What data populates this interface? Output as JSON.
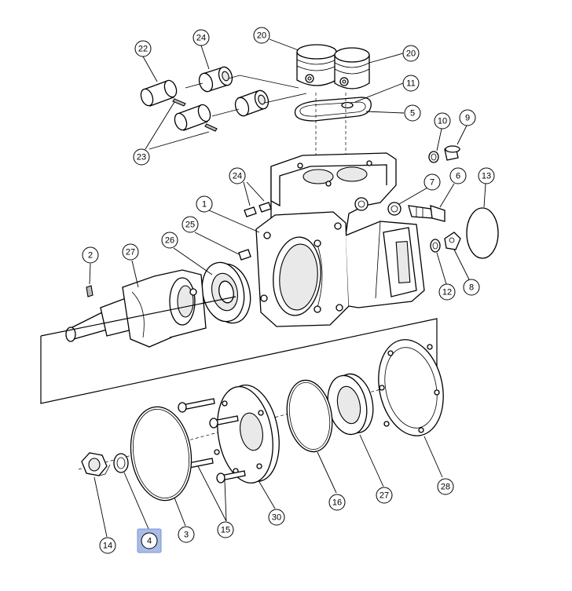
{
  "diagram": {
    "highlight_color": "#a9bbe8",
    "highlighted_callout": "4",
    "callouts": [
      {
        "id": "c22",
        "label": "22"
      },
      {
        "id": "c24a",
        "label": "24"
      },
      {
        "id": "c20a",
        "label": "20"
      },
      {
        "id": "c20b",
        "label": "20"
      },
      {
        "id": "c11",
        "label": "11"
      },
      {
        "id": "c5",
        "label": "5"
      },
      {
        "id": "c10",
        "label": "10"
      },
      {
        "id": "c9",
        "label": "9"
      },
      {
        "id": "c23",
        "label": "23"
      },
      {
        "id": "c24b",
        "label": "24"
      },
      {
        "id": "c7",
        "label": "7"
      },
      {
        "id": "c6",
        "label": "6"
      },
      {
        "id": "c13",
        "label": "13"
      },
      {
        "id": "c1",
        "label": "1"
      },
      {
        "id": "c25",
        "label": "25"
      },
      {
        "id": "c26a",
        "label": "26"
      },
      {
        "id": "c2",
        "label": "2"
      },
      {
        "id": "c27a",
        "label": "27"
      },
      {
        "id": "c12",
        "label": "12"
      },
      {
        "id": "c8",
        "label": "8"
      },
      {
        "id": "c28",
        "label": "28"
      },
      {
        "id": "c27b",
        "label": "27"
      },
      {
        "id": "c16",
        "label": "16"
      },
      {
        "id": "c30",
        "label": "30"
      },
      {
        "id": "c15",
        "label": "15"
      },
      {
        "id": "c3",
        "label": "3"
      },
      {
        "id": "c4",
        "label": "4"
      },
      {
        "id": "c14",
        "label": "14"
      }
    ]
  }
}
